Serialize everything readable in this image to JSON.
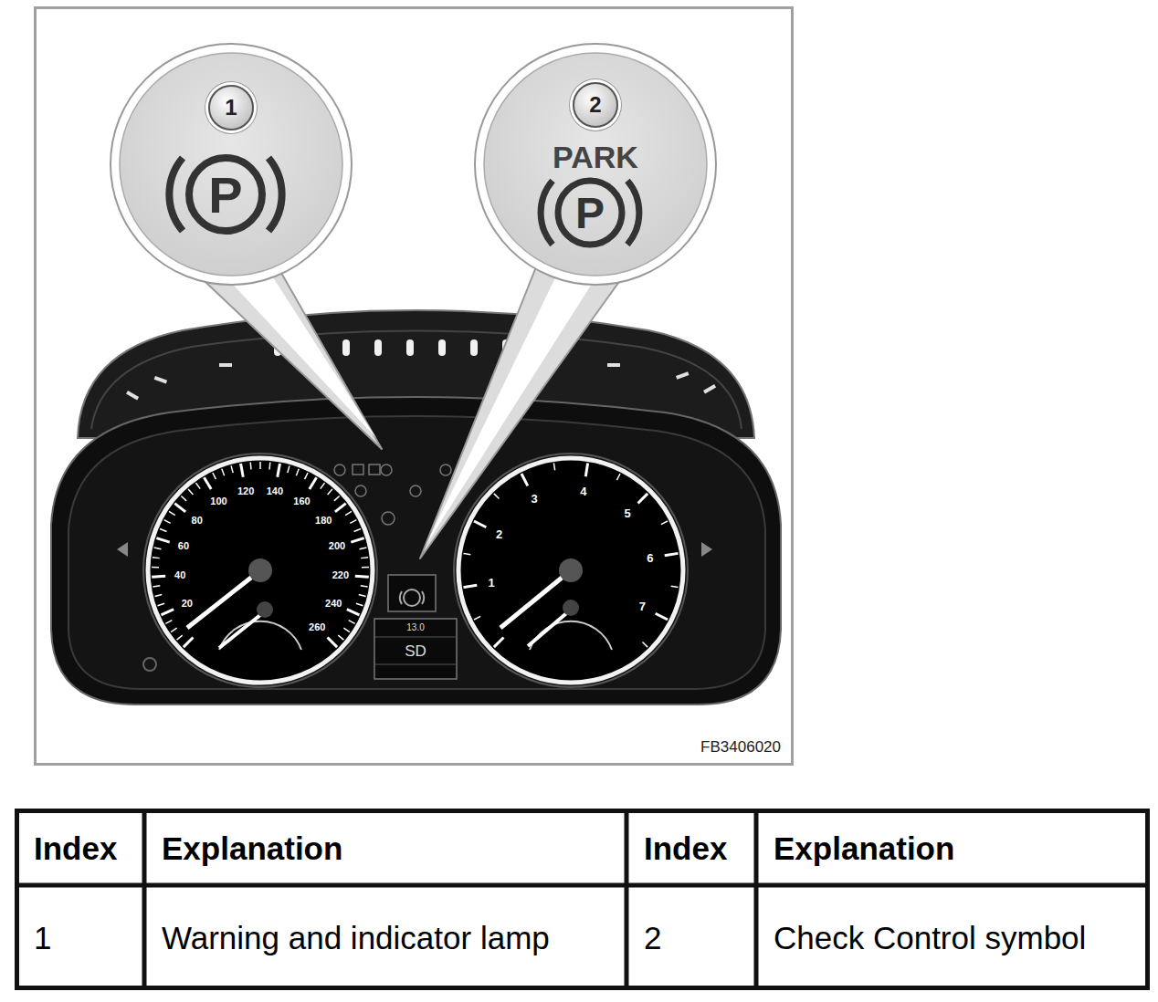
{
  "diagram": {
    "nodes": [
      {
        "text": [
          "1"
        ]
      },
      {
        "text": [
          "2"
        ]
      }
    ],
    "labels": [
      "PARK",
      "P",
      "P",
      "20",
      "40",
      "60",
      "80",
      "100",
      "120",
      "140",
      "160",
      "180",
      "200",
      "220",
      "240",
      "260",
      "1",
      "2",
      "3",
      "4",
      "5",
      "6",
      "7",
      "13.0",
      "SD",
      "FB3406020",
      "Index",
      "Explanation",
      "Index",
      "Explanation",
      "1",
      "Warning and indicator lamp",
      "2",
      "Check Control symbol"
    ]
  }
}
